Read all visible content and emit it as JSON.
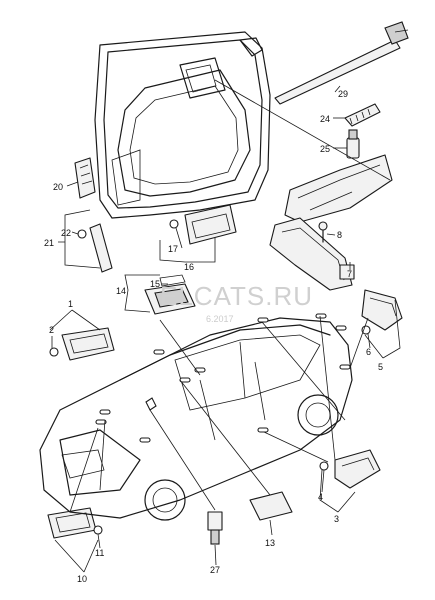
{
  "watermark": {
    "brand": "ELCATS.RU",
    "year_fragment": "6.2017"
  },
  "callouts": {
    "c1": "1",
    "c2": "2",
    "c3": "3",
    "c4": "4",
    "c5": "5",
    "c6": "6",
    "c7": "7",
    "c8": "8",
    "c10": "10",
    "c11": "11",
    "c13": "13",
    "c14": "14",
    "c15": "15",
    "c16": "16",
    "c17": "17",
    "c20": "20",
    "c21": "21",
    "c22": "22",
    "c24": "24",
    "c25": "25",
    "c27": "27",
    "c29": "29"
  }
}
